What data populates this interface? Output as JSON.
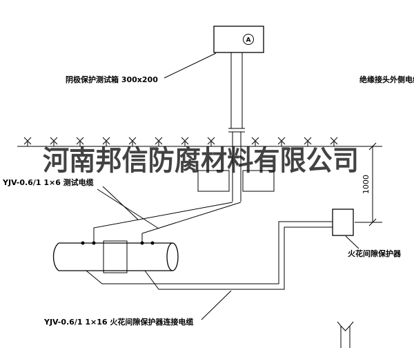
{
  "page": {
    "background": "#ffffff",
    "line_color": "#000000"
  },
  "watermark": {
    "text": "河南邦信防腐材料有限公司"
  },
  "labels": {
    "test_box": "阴极保护测试箱 300x200",
    "outer_cable": "绝缘接头外侧电缆",
    "test_cable": "YJV-0.6/1 1×6  测试电缆",
    "spark_gap_protector": "火花间隙保护器",
    "connection_cable": "YJV-0.6/1 1×16  火花间隙保护器连接电缆",
    "dimension": "1000",
    "meter": "A"
  }
}
